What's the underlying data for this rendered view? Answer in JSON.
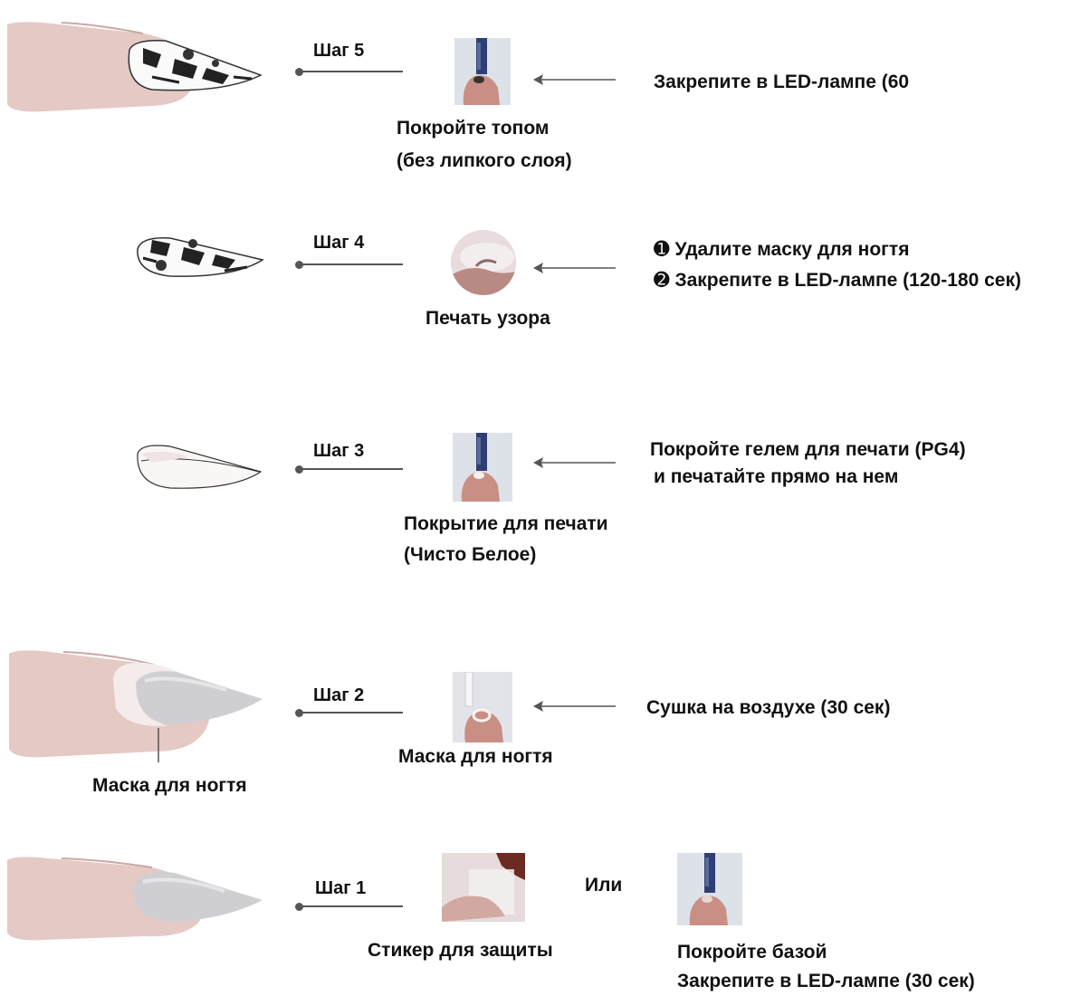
{
  "steps": {
    "step5": {
      "label": "Шаг 5",
      "photo_caption_1": "Покройте топом",
      "photo_caption_2": "(без липкого слоя)",
      "instruction": "Закрепите в LED-лампе (60"
    },
    "step4": {
      "label": "Шаг 4",
      "photo_caption": "Печать узора",
      "instruction_1_marker": "➊",
      "instruction_1": "Удалите маску для ногтя",
      "instruction_2_marker": "➋",
      "instruction_2": "Закрепите в LED-лампе (120-180 сек)"
    },
    "step3": {
      "label": "Шаг 3",
      "photo_caption_1": "Покрытие для печати",
      "photo_caption_2": "(Чисто Белое)",
      "instruction_1": "Покройте гелем для печати (PG4)",
      "instruction_2": "и печатайте прямо на нем"
    },
    "step2": {
      "label": "Шаг 2",
      "photo_caption": "Маска для ногтя",
      "instruction": "Сушка на воздухе (30 сек)",
      "nail_callout": "Маска для ногтя"
    },
    "step1": {
      "label": "Шаг 1",
      "photo_caption": "Стикер для защиты",
      "or_label": "Или",
      "alt_caption_1": "Покройте базой",
      "alt_caption_2": "Закрепите в LED-лампе (30 сек)"
    }
  },
  "colors": {
    "skin": "#e4c9c4",
    "skin_shadow": "#caa8a3",
    "nail_gray": "#cfcfd3",
    "mask_white": "#f4ecea",
    "connector": "#555555",
    "arrow": "#555555",
    "bottle_blue": "#2f3f73"
  },
  "icons": {
    "nail_illustration": "finger-nail-illustration",
    "photo": "product-photo-thumbnail",
    "arrow": "left-arrow"
  }
}
